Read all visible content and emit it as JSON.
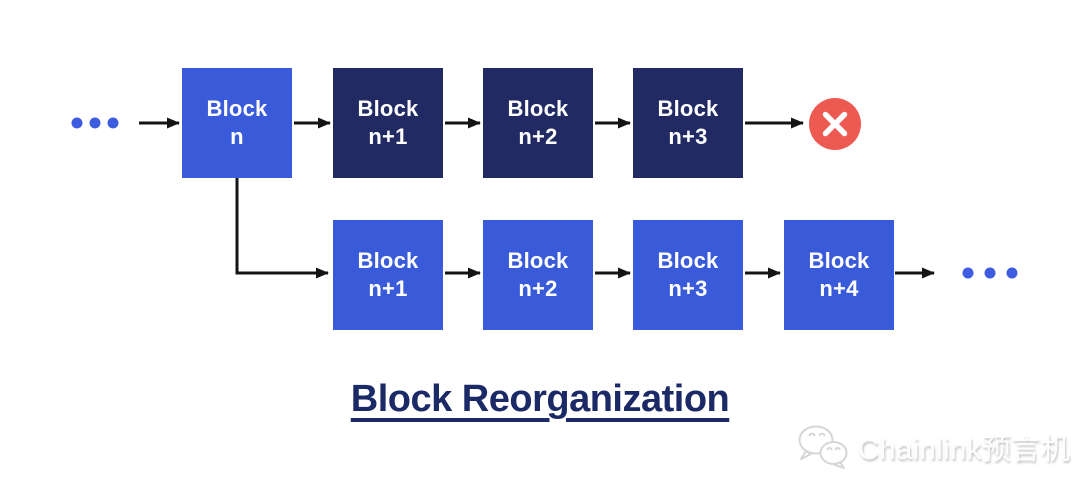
{
  "title": {
    "text": "Block Reorganization"
  },
  "colors": {
    "canonical_blue": "#3A5BD9",
    "orphaned_navy": "#212A63",
    "arrow_black": "#141414",
    "dot_blue": "#3D5CE0",
    "error_red": "#ED5A52",
    "title_navy": "#1B2A66",
    "watermark_gray": "#d6d6d6",
    "background": "#ffffff"
  },
  "chains": {
    "orphaned_branch": {
      "description": "top chain ending in rejected blocks",
      "leading_ellipsis_icon": "ellipsis-icon",
      "terminal_icon": "x-circle-icon",
      "blocks": [
        {
          "label": "Block\nn",
          "variant": "canonical"
        },
        {
          "label": "Block\nn+1",
          "variant": "orphaned"
        },
        {
          "label": "Block\nn+2",
          "variant": "orphaned"
        },
        {
          "label": "Block\nn+3",
          "variant": "orphaned"
        }
      ]
    },
    "canonical_branch": {
      "description": "bottom reorganized chain",
      "trailing_ellipsis_icon": "ellipsis-icon",
      "blocks": [
        {
          "label": "Block\nn+1",
          "variant": "canonical"
        },
        {
          "label": "Block\nn+2",
          "variant": "canonical"
        },
        {
          "label": "Block\nn+3",
          "variant": "canonical"
        },
        {
          "label": "Block\nn+4",
          "variant": "canonical"
        }
      ]
    }
  },
  "watermark": {
    "icon": "wechat-icon",
    "text": "Chainlink预言机"
  }
}
